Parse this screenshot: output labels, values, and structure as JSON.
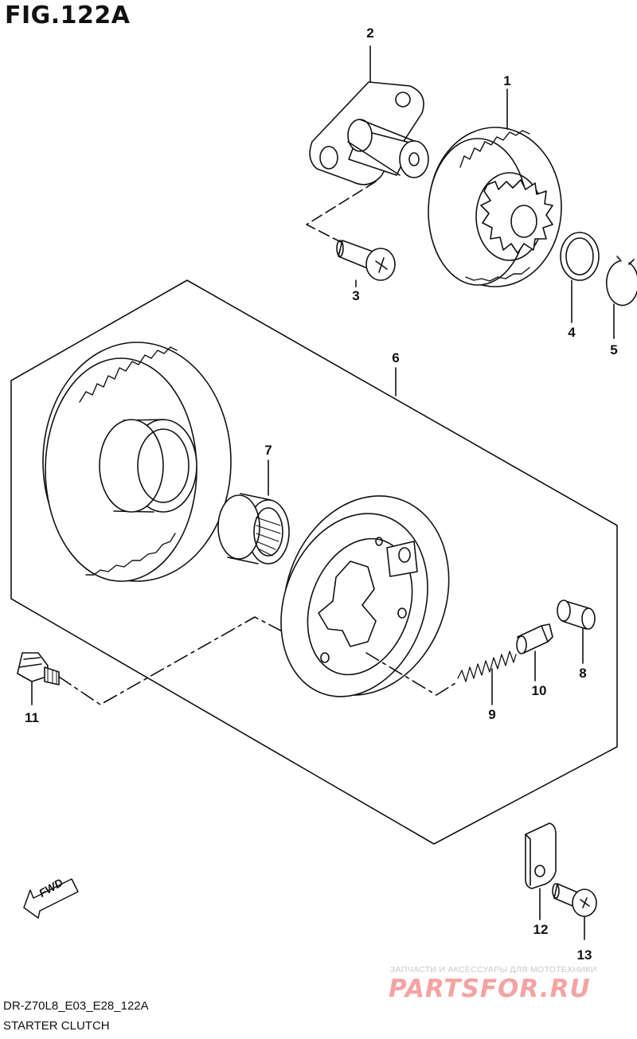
{
  "figure": {
    "title": "FIG.122A",
    "code": "DR-Z70L8_E03_E28_122A",
    "caption": "STARTER CLUTCH"
  },
  "callouts": [
    {
      "id": "part-1",
      "label": "1"
    },
    {
      "id": "part-2",
      "label": "2"
    },
    {
      "id": "part-3",
      "label": "3"
    },
    {
      "id": "part-4",
      "label": "4"
    },
    {
      "id": "part-5",
      "label": "5"
    },
    {
      "id": "part-6",
      "label": "6"
    },
    {
      "id": "part-7",
      "label": "7"
    },
    {
      "id": "part-8",
      "label": "8"
    },
    {
      "id": "part-9",
      "label": "9"
    },
    {
      "id": "part-10",
      "label": "10"
    },
    {
      "id": "part-11",
      "label": "11"
    },
    {
      "id": "part-12",
      "label": "12"
    },
    {
      "id": "part-13",
      "label": "13"
    }
  ],
  "fwd_arrow": {
    "label": "FWD"
  },
  "watermark": {
    "tagline": "ЗАПЧАСТИ И АКСЕССУАРЫ ДЛЯ МОТОТЕХНИКИ",
    "logo": "PARTSFOR.RU"
  }
}
